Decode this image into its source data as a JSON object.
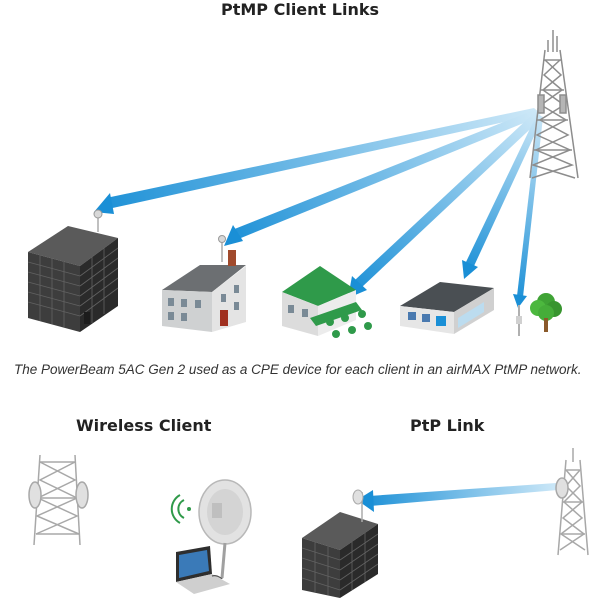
{
  "titles": {
    "ptmp": "PtMP Client Links",
    "wireless_client": "Wireless Client",
    "ptp": "PtP Link"
  },
  "caption": "The PowerBeam 5AC Gen 2 used as a CPE device for each client in an airMAX PtMP network.",
  "colors": {
    "beam": "#1a8fd6",
    "beam_light": "#cfe9f8",
    "tower": "#9a9a9a",
    "building_dark": "#3a3a3a",
    "roof_green": "#2f9a4a",
    "roof_gray": "#5f6468"
  },
  "icons": [
    "tower-icon",
    "office-building-icon",
    "house-icon",
    "restaurant-icon",
    "shop-icon",
    "tree-icon",
    "laptop-icon",
    "dish-antenna-icon",
    "wifi-icon"
  ]
}
